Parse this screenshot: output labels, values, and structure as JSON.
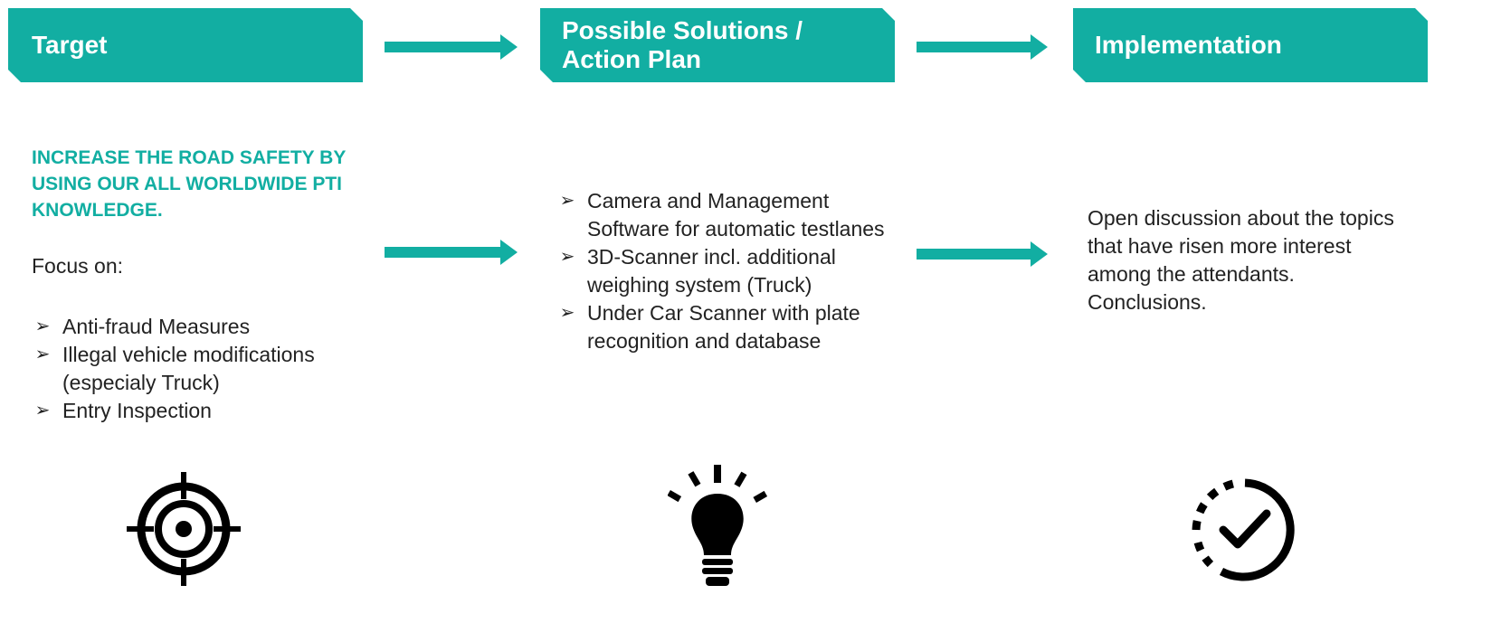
{
  "headers": {
    "target": "Target",
    "solutions": "Possible Solutions / Action Plan",
    "implementation": "Implementation"
  },
  "target": {
    "title": "INCREASE THE ROAD SAFETY BY USING OUR ALL WORLDWIDE PTI KNOWLEDGE.",
    "focus_label": "Focus on:",
    "items": [
      "Anti-fraud Measures",
      "Illegal vehicle modifications (especialy Truck)",
      "Entry Inspection"
    ]
  },
  "solutions": {
    "items": [
      "Camera and Management Software for automatic testlanes",
      "3D-Scanner incl. additional weighing system (Truck)",
      "Under Car Scanner with plate recognition and database"
    ]
  },
  "implementation": {
    "text": "Open discussion about the topics that have risen more interest among the attendants. Conclusions."
  },
  "bullet_glyph": "➢",
  "colors": {
    "accent": "#12aea2",
    "text": "#222222",
    "icon": "#000000"
  },
  "icons": [
    "target-icon",
    "lightbulb-icon",
    "clock-check-icon",
    "arrow-right-icon"
  ]
}
